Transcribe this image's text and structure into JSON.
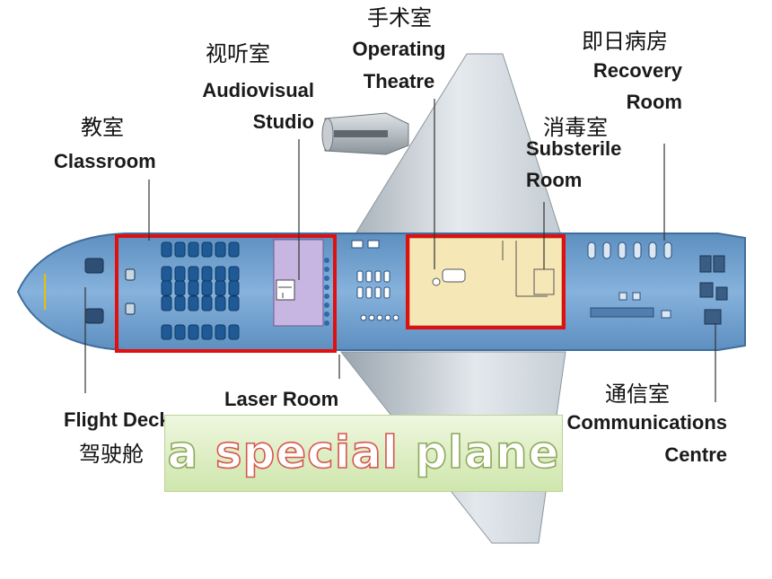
{
  "labels": {
    "operating_cn": "手术室",
    "operating_en_1": "Operating",
    "operating_en_2": "Theatre",
    "audiovisual_cn": "视听室",
    "audiovisual_en_1": "Audiovisual",
    "audiovisual_en_2": "Studio",
    "classroom_cn": "教室",
    "classroom_en": "Classroom",
    "recovery_cn": "即日病房",
    "recovery_en_1": "Recovery",
    "recovery_en_2": "Room",
    "substerile_cn": "消毒室",
    "substerile_en_1": "Substerile",
    "substerile_en_2": "Room",
    "laser_en": "Laser Room",
    "flightdeck_en": "Flight Deck",
    "flightdeck_cn": "驾驶舱",
    "comms_cn": "通信室",
    "comms_en_1": "Communications",
    "comms_en_2": "Centre"
  },
  "banner": {
    "word1": "a",
    "word2": "special",
    "word3": "plane"
  },
  "colors": {
    "fuselage": "#79a7d3",
    "fuselage_edge": "#3f6e9c",
    "wing": "#c3ccd3",
    "highlight_box": "#e01010",
    "operating_room_fill": "#f6e7b6",
    "studio_fill": "#c8b6e2",
    "seat": "#1f5a96"
  }
}
